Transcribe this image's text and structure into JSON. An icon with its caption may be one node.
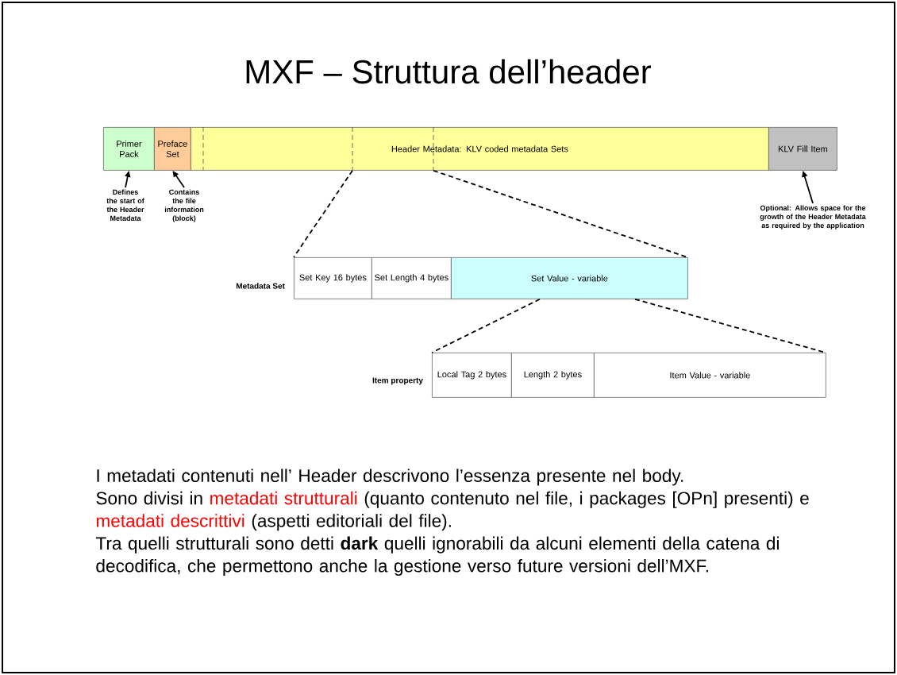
{
  "diagram": {
    "title": "MXF – Struttura dell’header",
    "nodes": [
      {
        "text": [
          "Primer Pack"
        ]
      },
      {
        "text": [
          "Preface Set"
        ]
      },
      {
        "text": [
          "Header Metadata: KLV coded metadata Sets"
        ]
      },
      {
        "text": [
          "KLV Fill Item"
        ]
      },
      {
        "text": [
          "Defines the start of the Header Metadata"
        ]
      },
      {
        "text": [
          "Contains the file information (block)"
        ]
      },
      {
        "text": [
          "Optional: Allows space for the growth of the Header Metadata as required by the application"
        ]
      },
      {
        "text": [
          "Set Key 16 bytes"
        ]
      },
      {
        "text": [
          "Set Length 4 bytes"
        ]
      },
      {
        "text": [
          "Set Value - variable"
        ]
      },
      {
        "text": [
          "Local Tag 2 bytes"
        ]
      },
      {
        "text": [
          "Length 2 bytes"
        ]
      },
      {
        "text": [
          "Item Value - variable"
        ]
      }
    ],
    "edges": [
      {
        "from": 4,
        "to": 0,
        "arrow": "to"
      },
      {
        "from": 5,
        "to": 1,
        "arrow": "to"
      },
      {
        "from": 6,
        "to": 3,
        "arrow": "to"
      },
      {
        "from": 2,
        "to": 7,
        "arrow": "none",
        "style": "dashed"
      },
      {
        "from": 2,
        "to": 9,
        "arrow": "none",
        "style": "dashed"
      },
      {
        "from": 9,
        "to": 10,
        "arrow": "none",
        "style": "dashed"
      },
      {
        "from": 9,
        "to": 12,
        "arrow": "none",
        "style": "dashed"
      }
    ],
    "labels": [
      "Metadata Set",
      "Item property",
      "I metadati contenuti nell’ Header descrivono l’essenza presente nel body.",
      "Sono divisi in",
      "metadati strutturali",
      "(quanto contenuto nel file, i packages [OPn] presenti) e",
      "metadati descrittivi",
      "(aspetti editoriali del file).",
      "Tra quelli strutturali sono detti **dark** quelli ignorabili da alcuni elementi della catena di decodifica, che permettono anche la gestione verso future versioni dell’MXF."
    ]
  }
}
